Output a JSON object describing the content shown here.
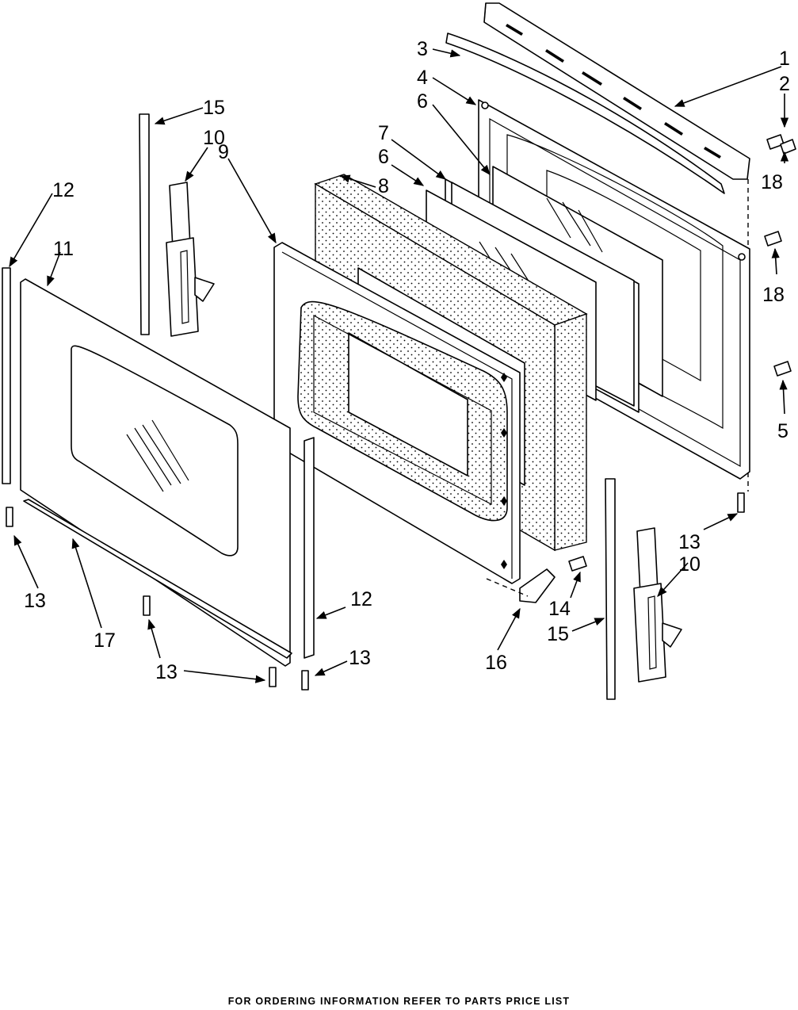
{
  "footer": "FOR ORDERING INFORMATION REFER TO PARTS PRICE LIST",
  "callouts": {
    "c1": "1",
    "c2": "2",
    "c3": "3",
    "c4": "4",
    "c5": "5",
    "c6a": "6",
    "c6b": "6",
    "c7": "7",
    "c8": "8",
    "c9": "9",
    "c10a": "10",
    "c10b": "10",
    "c11": "11",
    "c12a": "12",
    "c12b": "12",
    "c13a": "13",
    "c13b": "13",
    "c13c": "13",
    "c13d": "13",
    "c14": "14",
    "c15a": "15",
    "c15b": "15",
    "c16": "16",
    "c17": "17",
    "c18a": "18",
    "c18b": "18"
  }
}
